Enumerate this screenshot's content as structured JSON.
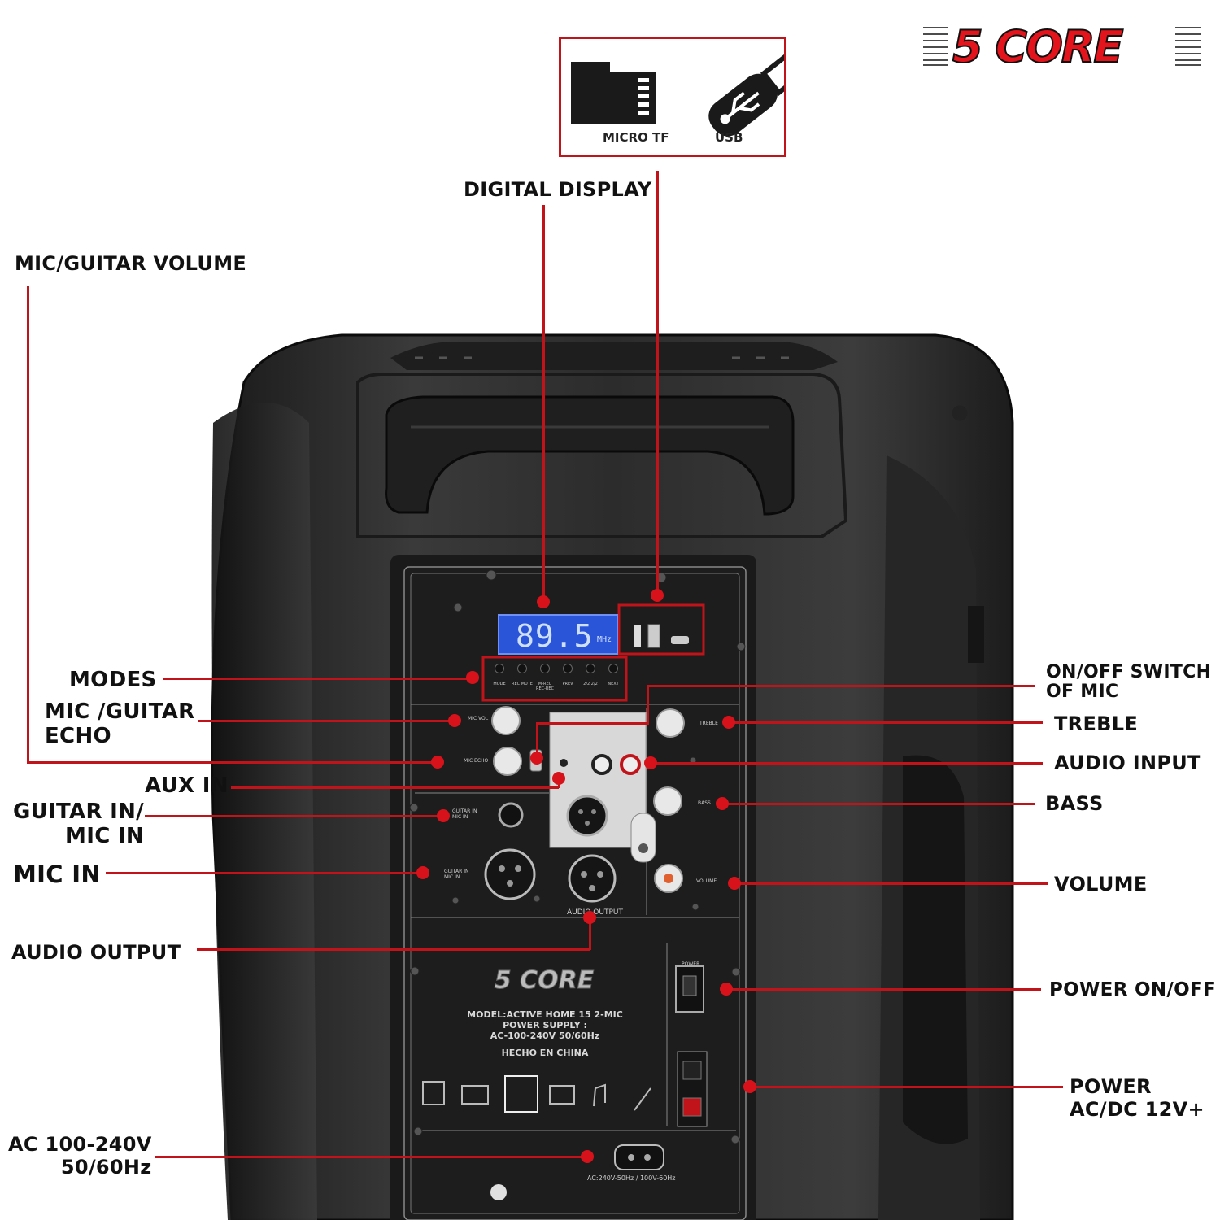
{
  "brand": {
    "logo_text": "5 CORE"
  },
  "media_box": {
    "micro_tf_label": "MICRO TF",
    "usb_label": "USB"
  },
  "labels": {
    "digital_display": "DIGITAL DISPLAY",
    "mic_guitar_volume": "MIC/GUITAR VOLUME",
    "modes": "MODES",
    "mic_guitar_echo_1": "MIC /GUITAR",
    "mic_guitar_echo_2": "ECHO",
    "aux_in": "AUX IN",
    "guitar_in_1": "GUITAR IN/",
    "guitar_in_2": "MIC IN",
    "mic_in": "MIC IN",
    "audio_output": "AUDIO OUTPUT",
    "ac_power_1": "AC 100-240V",
    "ac_power_2": "50/60Hz",
    "on_off_mic_1": "ON/OFF SWITCH",
    "on_off_mic_2": "OF MIC",
    "treble": "TREBLE",
    "audio_input": "AUDIO INPUT",
    "bass": "BASS",
    "volume": "VOLUME",
    "power_on_off": "POWER ON/OFF",
    "power_dc_1": "POWER",
    "power_dc_2": "AC/DC 12V+"
  },
  "panel": {
    "display_value": "89.5",
    "display_unit": "MHz",
    "plate_logo": "5 CORE",
    "model_line": "MODEL:ACTIVE HOME 15 2-MIC",
    "supply_line": "POWER SUPPLY :",
    "ac_line": "AC-100-240V 50/60Hz",
    "origin_line": "HECHO EN CHINA",
    "audio_output_plate": "AUDIO OUTPUT",
    "power_switch_plate": "POWER",
    "mains_plate": "AC:240V-50Hz / 100V-60Hz",
    "mode_buttons": [
      "MODE",
      "REC MUTE",
      "M-REC REC-REC",
      "PREV",
      "2/2 2/2",
      "NEXT"
    ],
    "knob_labels": {
      "mic_vol": "MIC VOL",
      "mic_echo": "MIC ECHO",
      "treble": "TREBLE",
      "bass": "BASS",
      "volume": "VOLUME",
      "guitar_in_a": "GUITAR IN MIC IN",
      "guitar_in_b": "GUITAR IN MIC IN"
    }
  },
  "colors": {
    "accent": "#c0141a",
    "dot": "#d8121a",
    "lcd": "#2a55d8",
    "body": "#2b2b2b"
  }
}
